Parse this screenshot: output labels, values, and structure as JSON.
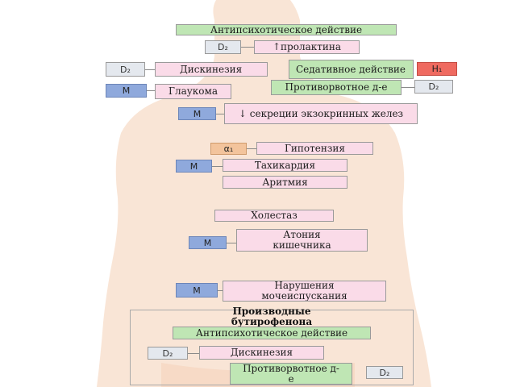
{
  "phenothiazine_effects": {
    "antipsychotic": "Антипсихотическое действие",
    "prolactin": "↑пролактина",
    "dyskinesia": "Дискинезия",
    "sedative": "Седативное действие",
    "glaucoma": "Глаукома",
    "antiemetic": "Противорвотное д-е",
    "exocrine_secretion": "↓ секреции экзокринных желез",
    "hypotension": "Гипотензия",
    "tachycardia": "Тахикардия",
    "arrhythmia": "Аритмия",
    "cholestasis": "Холестаз",
    "intestinal_atony": "Атония кишечника",
    "urination_disorders": "Нарушения мочеиспускания"
  },
  "receptors": {
    "d2_prolactin": "D₂",
    "d2_dyskinesia": "D₂",
    "h1": "H₁",
    "m_glaucoma": "M",
    "d2_antiemetic": "D₂",
    "m_exocrine": "M",
    "alpha1": "α₁",
    "m_tachycardia": "M",
    "m_intestine": "M",
    "m_urination": "M",
    "d2_butyro_dyskinesia": "D₂",
    "d2_butyro_antiemetic": "D₂"
  },
  "butyrophenones": {
    "title": "Производные бутирофенона",
    "antipsychotic": "Антипсихотическое действие",
    "dyskinesia": "Дискинезия",
    "antiemetic": "Противорвотное д-е"
  },
  "colors": {
    "effect_box": "#fadbe8",
    "green_box": "#bfe6b4",
    "receptor_m": "#8fa9dc",
    "receptor_alpha": "#f3c49c",
    "receptor_h1": "#ef6a60",
    "body_silhouette": "#f7dcc8"
  }
}
